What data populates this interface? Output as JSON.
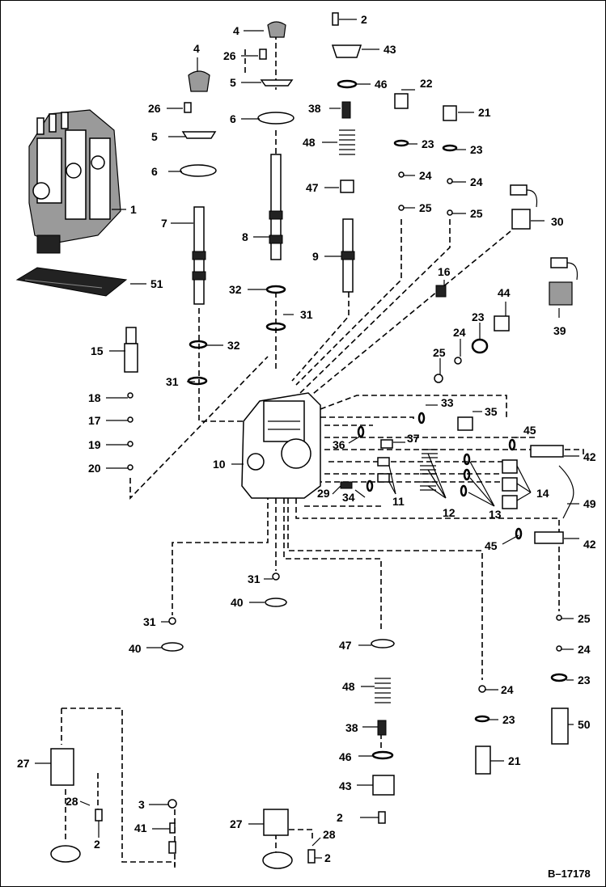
{
  "reference": "B–17178",
  "callouts": [
    {
      "id": "c1",
      "text": "1"
    },
    {
      "id": "c2a",
      "text": "2"
    },
    {
      "id": "c2b",
      "text": "2"
    },
    {
      "id": "c2c",
      "text": "2"
    },
    {
      "id": "c2d",
      "text": "2"
    },
    {
      "id": "c3",
      "text": "3"
    },
    {
      "id": "c4a",
      "text": "4"
    },
    {
      "id": "c4b",
      "text": "4"
    },
    {
      "id": "c5a",
      "text": "5"
    },
    {
      "id": "c5b",
      "text": "5"
    },
    {
      "id": "c6a",
      "text": "6"
    },
    {
      "id": "c6b",
      "text": "6"
    },
    {
      "id": "c7",
      "text": "7"
    },
    {
      "id": "c8",
      "text": "8"
    },
    {
      "id": "c9",
      "text": "9"
    },
    {
      "id": "c10",
      "text": "10"
    },
    {
      "id": "c11",
      "text": "11"
    },
    {
      "id": "c12",
      "text": "12"
    },
    {
      "id": "c13",
      "text": "13"
    },
    {
      "id": "c14",
      "text": "14"
    },
    {
      "id": "c15",
      "text": "15"
    },
    {
      "id": "c16",
      "text": "16"
    },
    {
      "id": "c17",
      "text": "17"
    },
    {
      "id": "c18",
      "text": "18"
    },
    {
      "id": "c19",
      "text": "19"
    },
    {
      "id": "c20",
      "text": "20"
    },
    {
      "id": "c21a",
      "text": "21"
    },
    {
      "id": "c21b",
      "text": "21"
    },
    {
      "id": "c22",
      "text": "22"
    },
    {
      "id": "c23a",
      "text": "23"
    },
    {
      "id": "c23b",
      "text": "23"
    },
    {
      "id": "c23c",
      "text": "23"
    },
    {
      "id": "c23d",
      "text": "23"
    },
    {
      "id": "c23e",
      "text": "23"
    },
    {
      "id": "c24a",
      "text": "24"
    },
    {
      "id": "c24b",
      "text": "24"
    },
    {
      "id": "c24c",
      "text": "24"
    },
    {
      "id": "c24d",
      "text": "24"
    },
    {
      "id": "c24e",
      "text": "24"
    },
    {
      "id": "c25a",
      "text": "25"
    },
    {
      "id": "c25b",
      "text": "25"
    },
    {
      "id": "c25c",
      "text": "25"
    },
    {
      "id": "c25d",
      "text": "25"
    },
    {
      "id": "c26a",
      "text": "26"
    },
    {
      "id": "c26b",
      "text": "26"
    },
    {
      "id": "c27a",
      "text": "27"
    },
    {
      "id": "c27b",
      "text": "27"
    },
    {
      "id": "c28a",
      "text": "28"
    },
    {
      "id": "c28b",
      "text": "28"
    },
    {
      "id": "c29",
      "text": "29"
    },
    {
      "id": "c30",
      "text": "30"
    },
    {
      "id": "c31a",
      "text": "31"
    },
    {
      "id": "c31b",
      "text": "31"
    },
    {
      "id": "c31c",
      "text": "31"
    },
    {
      "id": "c31d",
      "text": "31"
    },
    {
      "id": "c32a",
      "text": "32"
    },
    {
      "id": "c32b",
      "text": "32"
    },
    {
      "id": "c33",
      "text": "33"
    },
    {
      "id": "c34",
      "text": "34"
    },
    {
      "id": "c35",
      "text": "35"
    },
    {
      "id": "c36",
      "text": "36"
    },
    {
      "id": "c37",
      "text": "37"
    },
    {
      "id": "c38a",
      "text": "38"
    },
    {
      "id": "c38b",
      "text": "38"
    },
    {
      "id": "c39",
      "text": "39"
    },
    {
      "id": "c40a",
      "text": "40"
    },
    {
      "id": "c40b",
      "text": "40"
    },
    {
      "id": "c41",
      "text": "41"
    },
    {
      "id": "c42a",
      "text": "42"
    },
    {
      "id": "c42b",
      "text": "42"
    },
    {
      "id": "c43a",
      "text": "43"
    },
    {
      "id": "c43b",
      "text": "43"
    },
    {
      "id": "c44",
      "text": "44"
    },
    {
      "id": "c45a",
      "text": "45"
    },
    {
      "id": "c45b",
      "text": "45"
    },
    {
      "id": "c46a",
      "text": "46"
    },
    {
      "id": "c46b",
      "text": "46"
    },
    {
      "id": "c47a",
      "text": "47"
    },
    {
      "id": "c47b",
      "text": "47"
    },
    {
      "id": "c48a",
      "text": "48"
    },
    {
      "id": "c48b",
      "text": "48"
    },
    {
      "id": "c49",
      "text": "49"
    },
    {
      "id": "c50",
      "text": "50"
    },
    {
      "id": "c51",
      "text": "51"
    }
  ]
}
